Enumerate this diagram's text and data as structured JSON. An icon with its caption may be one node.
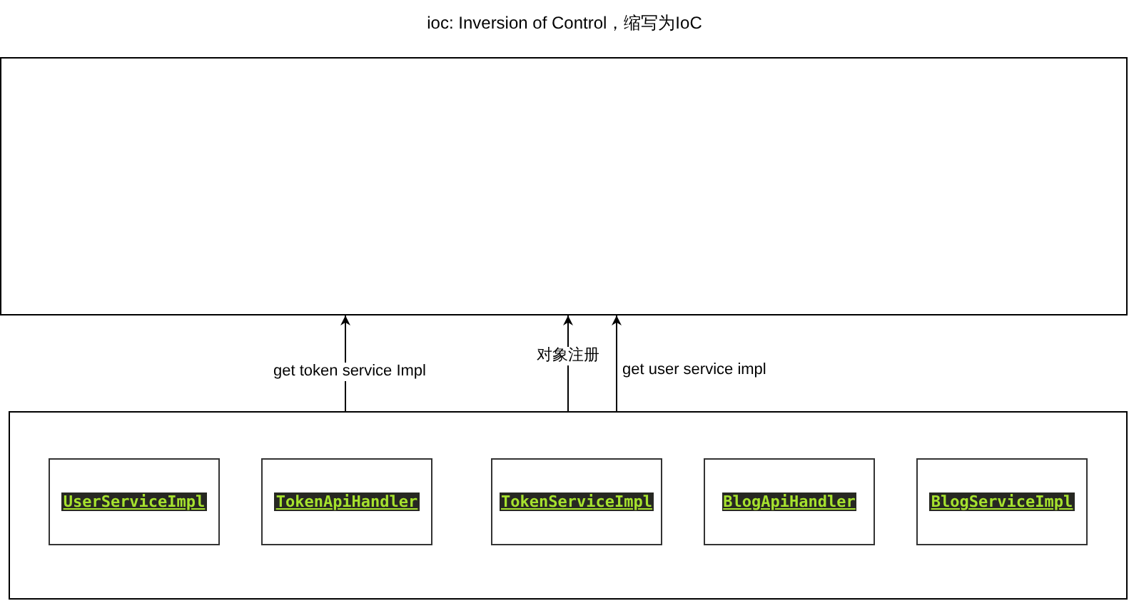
{
  "diagram": {
    "title": "ioc: Inversion of Control，缩写为IoC",
    "nodes": [
      {
        "text": [],
        "shape": "box"
      },
      {
        "text": [],
        "shape": "box"
      },
      {
        "text": [
          "UserServiceImpl"
        ],
        "in": 1
      },
      {
        "text": [
          "TokenApiHandler"
        ],
        "in": 1
      },
      {
        "text": [
          "TokenServiceImpl"
        ],
        "in": 1
      },
      {
        "text": [
          "BlogApiHandler"
        ],
        "in": 1
      },
      {
        "text": [
          "BlogServiceImpl"
        ],
        "in": 1
      }
    ],
    "edges": [
      {
        "from": 3,
        "to": 0,
        "arrow": "to",
        "label": "get token service Impl"
      },
      {
        "from": 1,
        "to": 0,
        "arrow": "to",
        "label": "对象注册"
      },
      {
        "from": 4,
        "to": 0,
        "arrow": "to",
        "label": "get user service impl"
      }
    ]
  }
}
